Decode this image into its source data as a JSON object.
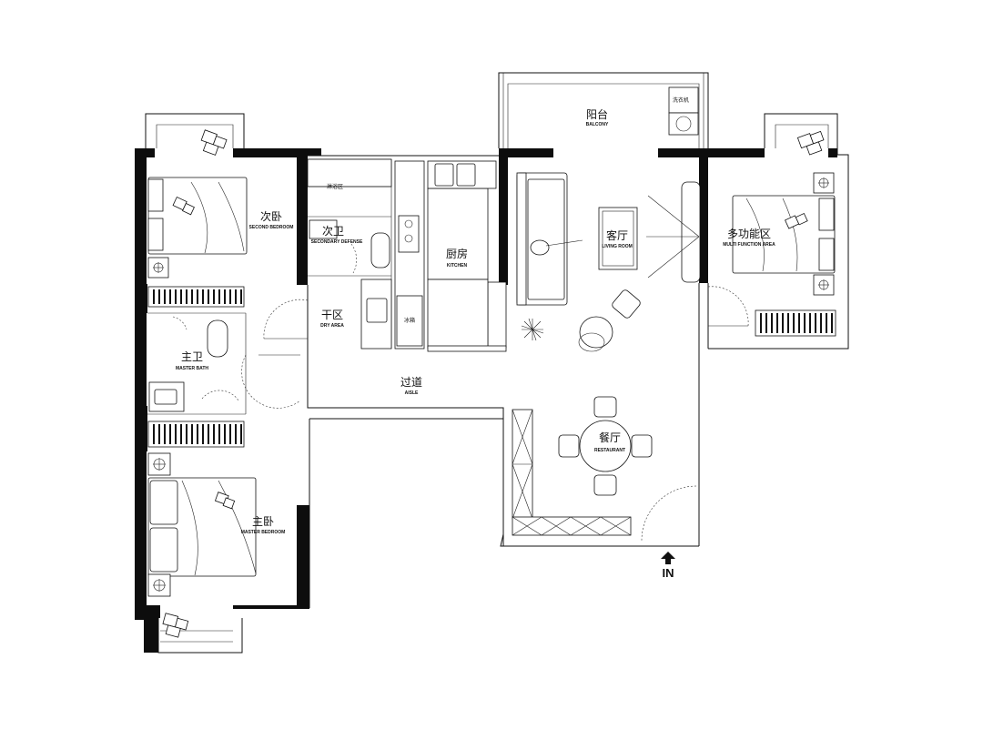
{
  "rooms": {
    "balcony": {
      "zh": "阳台",
      "en": "BALCONY"
    },
    "second_bedroom": {
      "zh": "次卧",
      "en": "SECOND BEDROOM"
    },
    "secondary_bath": {
      "zh": "次卫",
      "en": "SECONDARY DEFENSE"
    },
    "kitchen": {
      "zh": "厨房",
      "en": "KITCHEN"
    },
    "living_room": {
      "zh": "客厅",
      "en": "LIVING ROOM"
    },
    "multi_function": {
      "zh": "多功能区",
      "en": "MULTI FUNCTION AREA"
    },
    "dry_area": {
      "zh": "干区",
      "en": "DRY AREA"
    },
    "master_bath": {
      "zh": "主卫",
      "en": "MASTER BATH"
    },
    "aisle": {
      "zh": "过道",
      "en": "AISLE"
    },
    "restaurant": {
      "zh": "餐厅",
      "en": "RESTAURANT"
    },
    "master_bedroom": {
      "zh": "主卧",
      "en": "MASTER BEDROOM"
    }
  },
  "labels": {
    "shower": "淋浴区",
    "washer": "洗衣机",
    "fridge": "冰箱"
  },
  "entrance": "IN"
}
